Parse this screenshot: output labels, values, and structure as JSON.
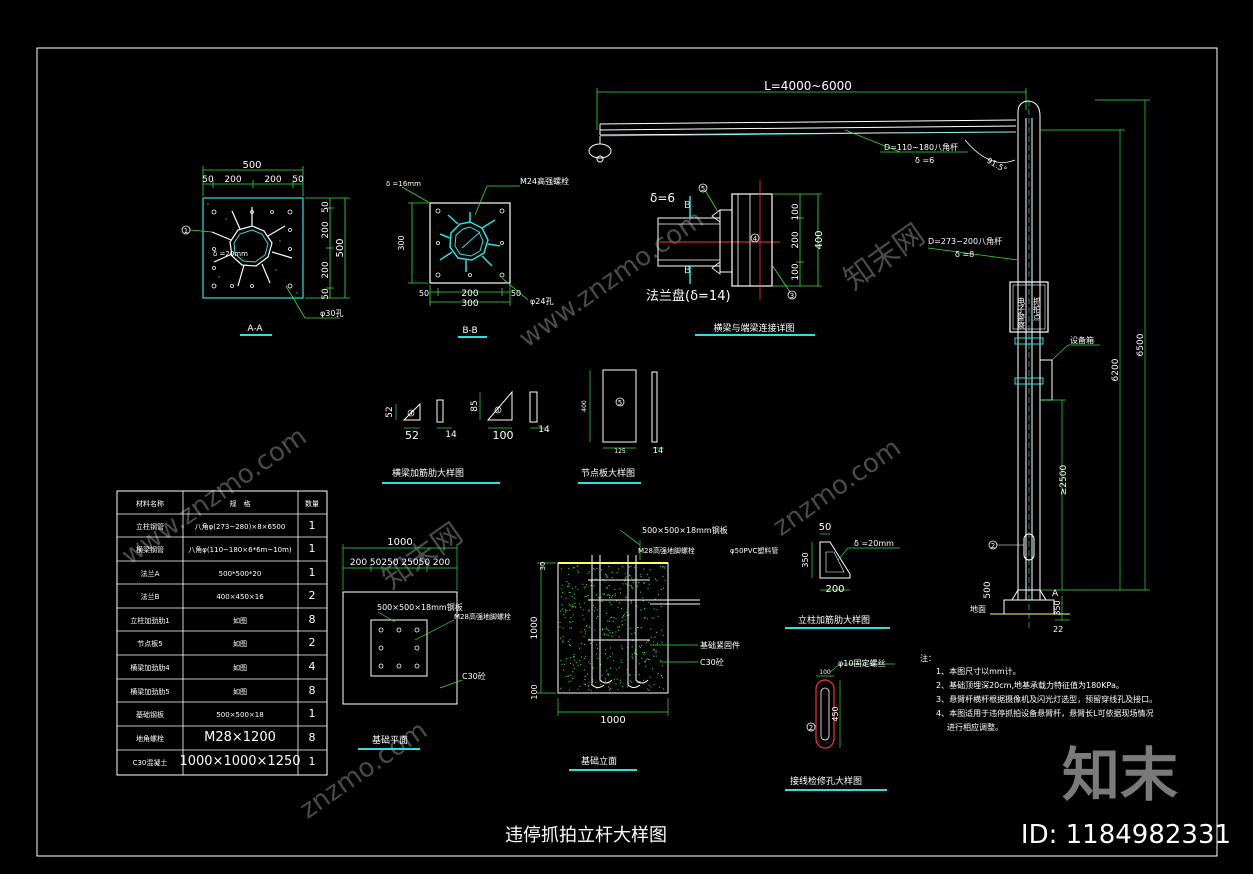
{
  "title": "违停抓拍立杆大样图",
  "watermark": {
    "brand": "知末",
    "id": "ID: 1184982331",
    "site": "www.znzmo.com",
    "site2": "znzmo.com",
    "cn": "知末网"
  },
  "views": {
    "aa": {
      "label": "A-A",
      "dim_total": "500",
      "dim_parts": [
        "50",
        "200",
        "200",
        "50"
      ],
      "thick": "δ =20mm",
      "hole": "φ30孔",
      "num": "1"
    },
    "bb": {
      "label": "B-B",
      "thick": "δ =16mm",
      "bolt": "M24高强螺栓",
      "dim_h": "300",
      "dim_total": "300",
      "dim_mid": "200",
      "dim_l": "50",
      "dim_r": "50",
      "hole": "φ24孔"
    },
    "beam_joint": {
      "label": "横梁与端梁连接详图",
      "delta": "δ=6",
      "flange": "法兰盘(δ=14)",
      "b": "B",
      "dims": [
        "100",
        "200",
        "100",
        "400"
      ],
      "n4": "4",
      "n5": "5",
      "n3": "3"
    },
    "beam_rib": {
      "label": "横梁加筋肋大样图",
      "d1": "52",
      "d2": "52",
      "d3": "14",
      "d4": "85",
      "d5": "100",
      "d6": "14",
      "n4": "4",
      "n5": "5"
    },
    "node_plate": {
      "label": "节点板大样图",
      "h": "400",
      "w": "125",
      "t": "14",
      "n": "5"
    },
    "pole": {
      "span": "L=4000~6000",
      "arm": "D=110~180八角杆",
      "arm_t": "δ =6",
      "pole_d": "D=273~200八角杆",
      "pole_t": "δ =8",
      "angle": "91.5°",
      "sign": "电子警察",
      "sign2": "抓拍点",
      "box": "设备箱",
      "h6500": "6500",
      "h6200": "6200",
      "h2500": "≥2500",
      "h500": "500",
      "h350": "350",
      "h22": "22",
      "ground": "地面",
      "n2": "2",
      "nA": "A"
    },
    "column_rib": {
      "label": "立柱加筋肋大样图",
      "w": "50",
      "h": "350",
      "b": "200",
      "t": "δ =20mm"
    },
    "hole_detail": {
      "label": "接线检修孔大样图",
      "bolt": "φ10固定螺丝",
      "dim": "450",
      "w": "100",
      "n": "2"
    },
    "found_plan": {
      "label": "基础平面",
      "w": "1000",
      "parts": "200  50250 25050 200",
      "plate": "500×500×18mm钢板",
      "bolt": "M28高强地脚螺栓",
      "conc": "C30砼"
    },
    "found_elev": {
      "label": "基础立面",
      "plate": "500×500×18mm钢板",
      "bolt": "M28高强地脚螺栓",
      "pipe": "φ50PVC塑料管",
      "cage": "基础紧固件",
      "conc": "C30砼",
      "w": "1000",
      "h": "1000",
      "b": "100",
      "top": "30"
    },
    "notes": {
      "head": "注：",
      "items": [
        "1、本图尺寸以mm计。",
        "2、基础顶埋深20cm,地基承载力特征值为180KPa。",
        "3、悬臂杆横杆根据摄像机及闪光灯选型，预留穿线孔及接口。",
        "4、本图适用于违停抓拍设备悬臂杆，悬臂长L可依据现场情况",
        "进行相应调整。"
      ]
    },
    "table": {
      "headers": [
        "材料名称",
        "规　格",
        "数量"
      ],
      "rows": [
        [
          "立柱钢管",
          "八角φ(273~280)×8×6500",
          "1"
        ],
        [
          "横梁钢管",
          "八角φ(110~180×6*6m~10m)",
          "1"
        ],
        [
          "法兰A",
          "500*500*20",
          "1"
        ],
        [
          "法兰B",
          "400×450×16",
          "2"
        ],
        [
          "立柱加劲肋1",
          "如图",
          "8"
        ],
        [
          "节点板5",
          "如图",
          "2"
        ],
        [
          "横梁加劲肋4",
          "如图",
          "4"
        ],
        [
          "横梁加劲肋5",
          "如图",
          "8"
        ],
        [
          "基础钢板",
          "500×500×18",
          "1"
        ],
        [
          "地角螺栓",
          "M28×1200",
          "8"
        ],
        [
          "C30混凝土",
          "1000×1000×1250",
          "1"
        ]
      ]
    }
  }
}
